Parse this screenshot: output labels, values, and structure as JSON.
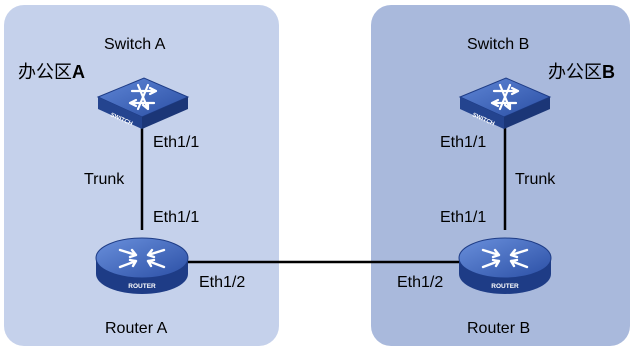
{
  "office_a": {
    "area_name": "办公区",
    "area_letter": "A"
  },
  "office_b": {
    "area_name": "办公区",
    "area_letter": "B"
  },
  "switch_a": {
    "name": "Switch A",
    "icon_text": "SWITCH",
    "port": "Eth1/1"
  },
  "switch_b": {
    "name": "Switch B",
    "icon_text": "SWITCH",
    "port": "Eth1/1"
  },
  "router_a": {
    "name": "Router A",
    "icon_text": "ROUTER",
    "port_up": "Eth1/1",
    "port_link": "Eth1/2"
  },
  "router_b": {
    "name": "Router B",
    "icon_text": "ROUTER",
    "port_up": "Eth1/1",
    "port_link": "Eth1/2"
  },
  "links": {
    "trunk_a": "Trunk",
    "trunk_b": "Trunk"
  },
  "colors": {
    "region_a": "#c5d1eb",
    "region_b": "#a9b9dc",
    "device_top": "#2f54a8",
    "device_side": "#1e3c86",
    "line": "#000000"
  }
}
